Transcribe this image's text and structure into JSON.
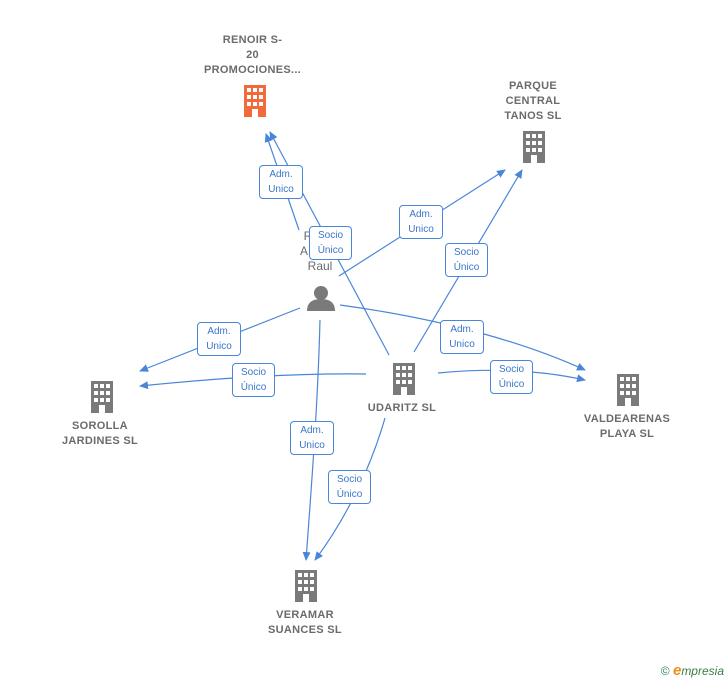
{
  "colors": {
    "edge": "#4a86d8",
    "building": "#7a7a7a",
    "highlight": "#f26a3a"
  },
  "nodes": {
    "renoir": "RENOIR S-\n20\nPROMOCIONES...",
    "parque": "PARQUE\nCENTRAL\nTANOS  SL",
    "udaritz": "UDARITZ  SL",
    "sorolla": "SOROLLA\nJARDINES  SL",
    "valdearenas": "VALDEARENAS\nPLAYA  SL",
    "veramar": "VERAMAR\nSUANCES  SL",
    "person_line1": "R",
    "person_line2": "A",
    "person_line3": "Raul"
  },
  "edge_labels": [
    {
      "id": "e1",
      "text": "Adm.\nUnico"
    },
    {
      "id": "e2",
      "text": "Socio\nÚnico"
    },
    {
      "id": "e3",
      "text": "Adm.\nUnico"
    },
    {
      "id": "e4",
      "text": "Socio\nÚnico"
    },
    {
      "id": "e5",
      "text": "Adm.\nUnico"
    },
    {
      "id": "e6",
      "text": "Adm.\nUnico"
    },
    {
      "id": "e7",
      "text": "Socio\nÚnico"
    },
    {
      "id": "e8",
      "text": "Socio\nÚnico"
    },
    {
      "id": "e9",
      "text": "Adm.\nUnico"
    },
    {
      "id": "e10",
      "text": "Socio\nÚnico"
    }
  ],
  "brand": {
    "copyright": "©",
    "e": "e",
    "rest": "mpresia"
  }
}
